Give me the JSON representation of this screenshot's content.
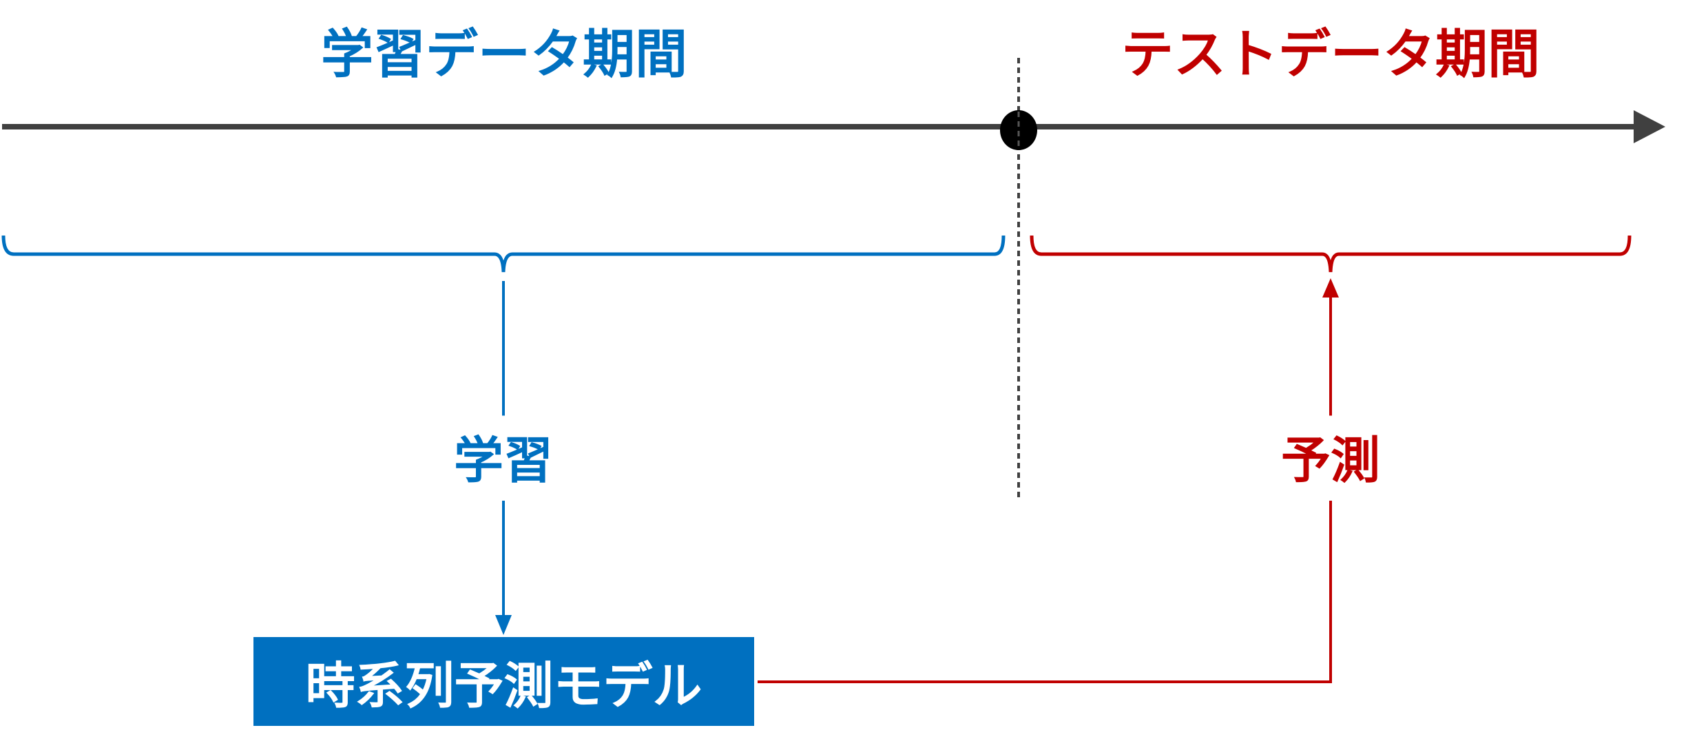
{
  "titles": {
    "train_period": "学習データ期間",
    "test_period": "テストデータ期間"
  },
  "labels": {
    "train": "学習",
    "predict": "予測"
  },
  "model_box": "時系列予測モデル",
  "colors": {
    "train": "#0070C0",
    "test": "#C00000",
    "timeline": "#404040"
  }
}
